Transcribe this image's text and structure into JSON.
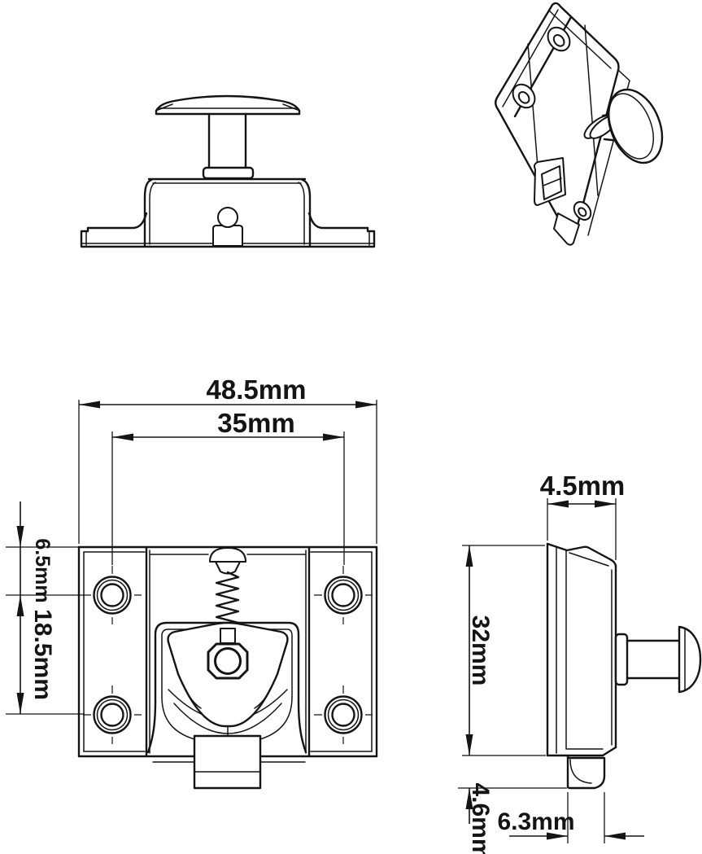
{
  "drawing": {
    "type": "technical-dimension-drawing",
    "subject": "spring-loaded cabinet turn-latch, four views",
    "units": "mm"
  },
  "colors": {
    "line": "#141414",
    "background": "#ffffff"
  },
  "dimensions": {
    "overall_width": {
      "label": "48.5mm",
      "meaning": "overall plate width (front view)"
    },
    "hole_spacing": {
      "label": "35mm",
      "meaning": "horizontal screw-hole spacing"
    },
    "edge_to_hole": {
      "label": "6.5mm",
      "meaning": "top edge to first hole row"
    },
    "hole_row_spacing": {
      "label": "18.5mm",
      "meaning": "vertical spacing between hole rows"
    },
    "plate_depth": {
      "label": "4.5mm",
      "meaning": "body depth (side view)"
    },
    "overall_height": {
      "label": "32mm",
      "meaning": "overall plate height (side view)"
    },
    "bolt_protrusion": {
      "label": "4.6mm",
      "meaning": "bolt protrusion below plate"
    },
    "bolt_width": {
      "label": "6.3mm",
      "meaning": "bolt thickness"
    }
  }
}
